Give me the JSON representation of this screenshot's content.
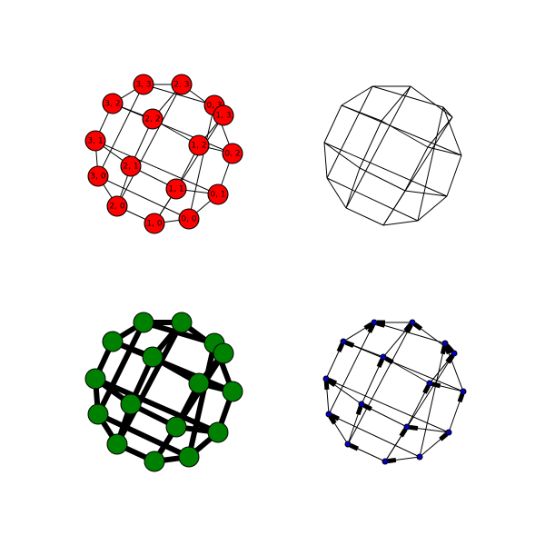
{
  "figure": {
    "panels": [
      {
        "name": "labeled-grid-graph",
        "style": "labeled",
        "node_color": "#ff0000",
        "edge_color": "#000000"
      },
      {
        "name": "edges-only-grid-graph",
        "style": "edges-only",
        "edge_color": "#000000"
      },
      {
        "name": "thick-edges-grid-graph",
        "style": "thick",
        "node_color": "#008000",
        "edge_color": "#000000"
      },
      {
        "name": "directed-grid-graph",
        "style": "directed",
        "node_color": "#0000cc",
        "edge_color": "#000000"
      }
    ]
  },
  "graph": {
    "nodes": [
      {
        "id": "(0, 0)",
        "label": "(0, 0)"
      },
      {
        "id": "(0, 1)",
        "label": "(0, 1)"
      },
      {
        "id": "(0, 2)",
        "label": "(0, 2)"
      },
      {
        "id": "(0, 3)",
        "label": "(0, 3)"
      },
      {
        "id": "(1, 0)",
        "label": "(1, 0)"
      },
      {
        "id": "(1, 1)",
        "label": "(1, 1)"
      },
      {
        "id": "(1, 2)",
        "label": "(1, 2)"
      },
      {
        "id": "(1, 3)",
        "label": "(1, 3)"
      },
      {
        "id": "(2, 0)",
        "label": "(2, 0)"
      },
      {
        "id": "(2, 1)",
        "label": "(2, 1)"
      },
      {
        "id": "(2, 2)",
        "label": "(2, 2)"
      },
      {
        "id": "(2, 3)",
        "label": "(2, 3)"
      },
      {
        "id": "(3, 0)",
        "label": "(3, 0)"
      },
      {
        "id": "(3, 1)",
        "label": "(3, 1)"
      },
      {
        "id": "(3, 2)",
        "label": "(3, 2)"
      },
      {
        "id": "(3, 3)",
        "label": "(3, 3)"
      }
    ],
    "edges": [
      [
        "(0, 0)",
        "(0, 1)"
      ],
      [
        "(0, 1)",
        "(0, 2)"
      ],
      [
        "(0, 2)",
        "(0, 3)"
      ],
      [
        "(1, 0)",
        "(1, 1)"
      ],
      [
        "(1, 1)",
        "(1, 2)"
      ],
      [
        "(1, 2)",
        "(1, 3)"
      ],
      [
        "(2, 0)",
        "(2, 1)"
      ],
      [
        "(2, 1)",
        "(2, 2)"
      ],
      [
        "(2, 2)",
        "(2, 3)"
      ],
      [
        "(3, 0)",
        "(3, 1)"
      ],
      [
        "(3, 1)",
        "(3, 2)"
      ],
      [
        "(3, 2)",
        "(3, 3)"
      ],
      [
        "(0, 0)",
        "(1, 0)"
      ],
      [
        "(1, 0)",
        "(2, 0)"
      ],
      [
        "(2, 0)",
        "(3, 0)"
      ],
      [
        "(0, 1)",
        "(1, 1)"
      ],
      [
        "(1, 1)",
        "(2, 1)"
      ],
      [
        "(2, 1)",
        "(3, 1)"
      ],
      [
        "(0, 2)",
        "(1, 2)"
      ],
      [
        "(1, 2)",
        "(2, 2)"
      ],
      [
        "(2, 2)",
        "(3, 2)"
      ],
      [
        "(0, 3)",
        "(1, 3)"
      ],
      [
        "(1, 3)",
        "(2, 3)"
      ],
      [
        "(2, 3)",
        "(3, 3)"
      ],
      [
        "(0, 0)",
        "(3, 0)"
      ],
      [
        "(0, 1)",
        "(3, 1)"
      ],
      [
        "(0, 2)",
        "(3, 2)"
      ],
      [
        "(0, 3)",
        "(3, 3)"
      ],
      [
        "(0, 0)",
        "(0, 3)"
      ],
      [
        "(1, 0)",
        "(1, 3)"
      ],
      [
        "(2, 0)",
        "(2, 3)"
      ],
      [
        "(3, 0)",
        "(3, 3)"
      ]
    ]
  }
}
